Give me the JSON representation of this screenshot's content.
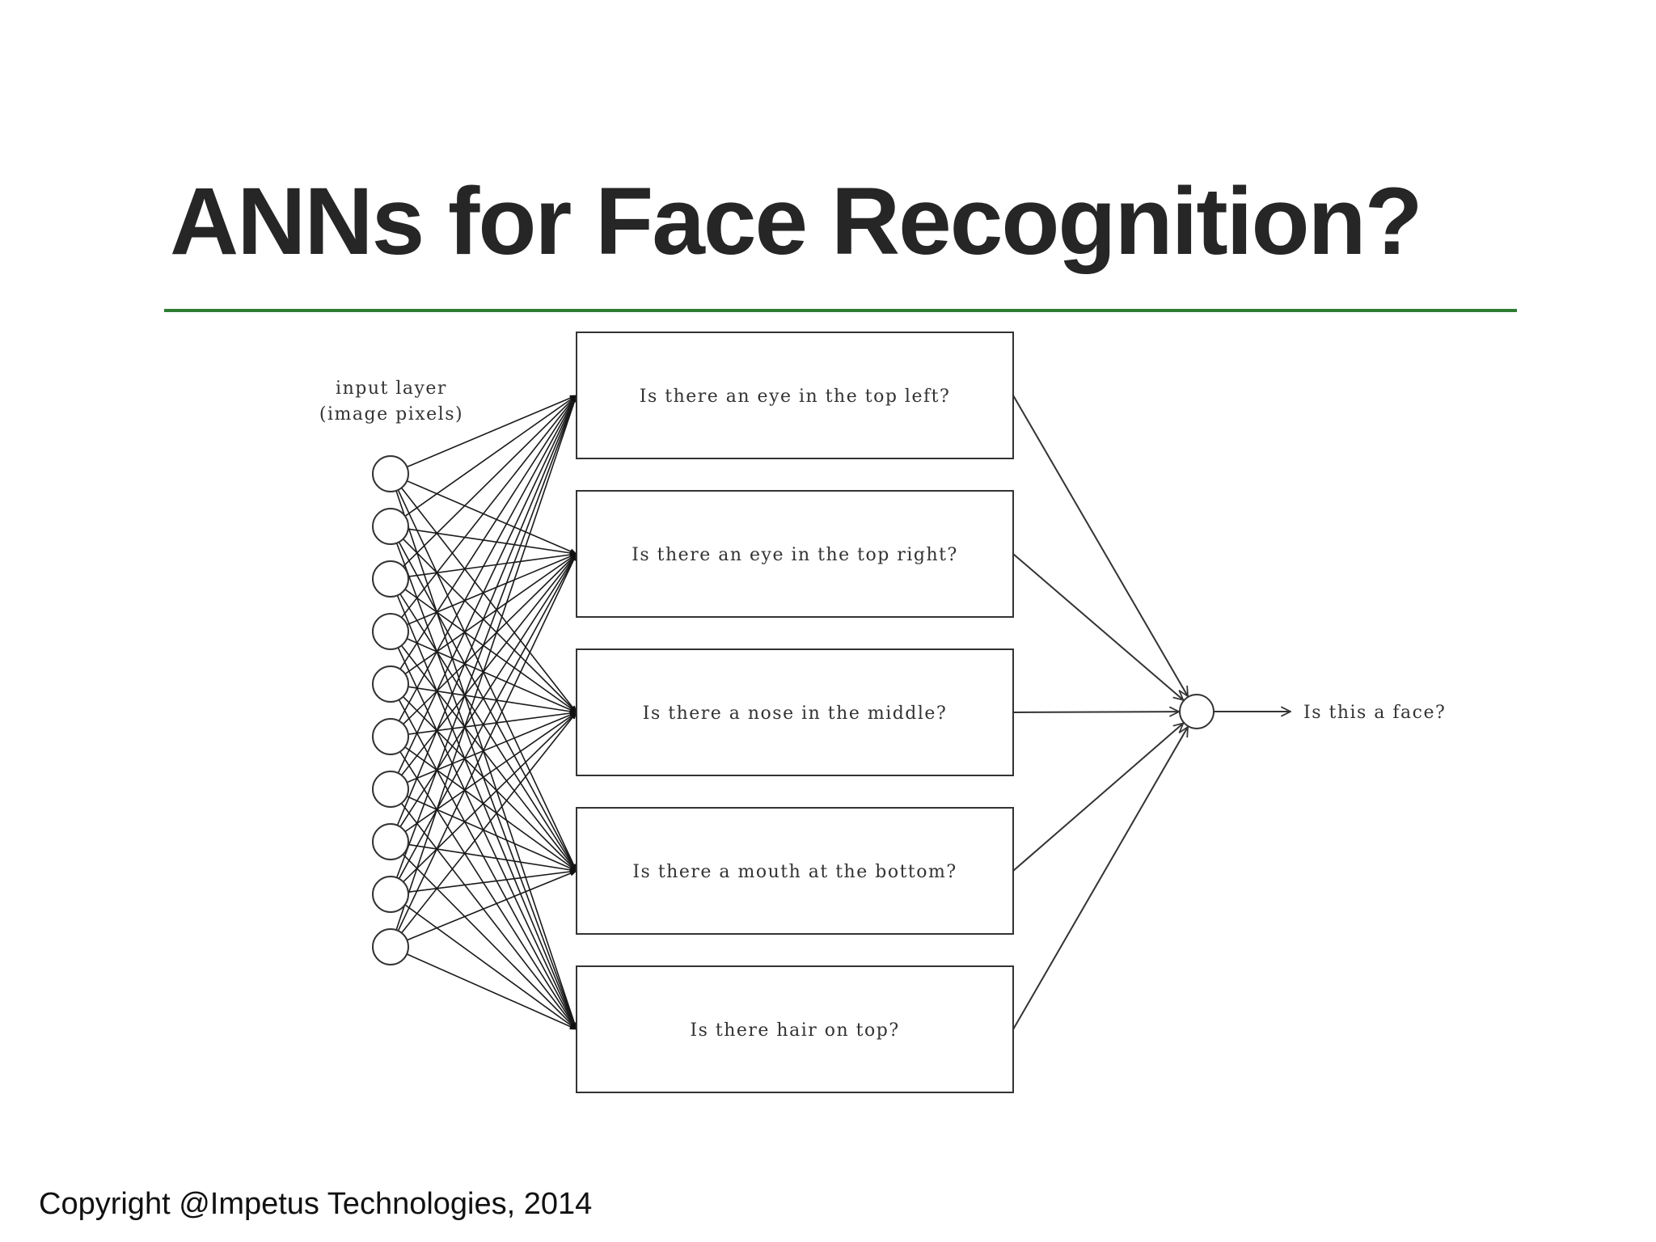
{
  "slide": {
    "title": "ANNs for Face Recognition?",
    "copyright": "Copyright @Impetus Technologies, 2014"
  },
  "colors": {
    "title": "#262626",
    "rule": "#2e7d32",
    "stroke": "#333333"
  },
  "diagram": {
    "input_layer_label": [
      "input layer",
      "(image pixels)"
    ],
    "input_node_count": 10,
    "hidden_nodes": [
      "Is there an eye in the top left?",
      "Is there an eye in the top right?",
      "Is there a nose in the middle?",
      "Is there a mouth at the bottom?",
      "Is there hair on top?"
    ],
    "output_label": "Is this a face?"
  }
}
